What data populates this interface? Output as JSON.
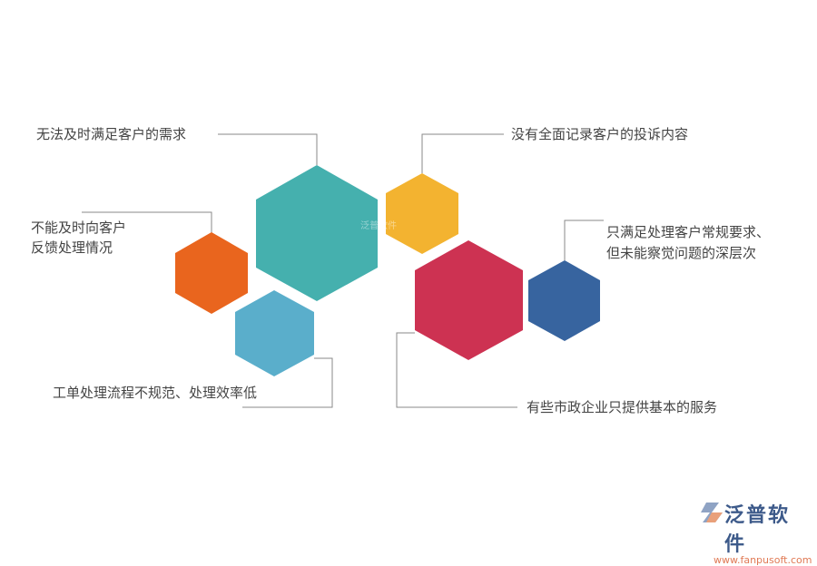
{
  "labels": [
    "无法及时满足客户的需求",
    "没有全面记录客户的投诉内容",
    "不能及时向客户",
    "反馈处理情况",
    "只满足处理客户常规要求、",
    "但未能察觉问题的深层次",
    "工单处理流程不规范、处理效率低",
    "有些市政企业只提供基本的服务"
  ],
  "colors": {
    "teal": "#45b0ae",
    "yellow": "#f3b330",
    "orange": "#e9651e",
    "lightblue": "#5aaecb",
    "red": "#cd3252",
    "darkblue": "#37649f",
    "line": "#888888"
  },
  "watermark": "泛普软件",
  "logo": {
    "name": "泛普软件",
    "url": "www.fanpusoft.com"
  }
}
